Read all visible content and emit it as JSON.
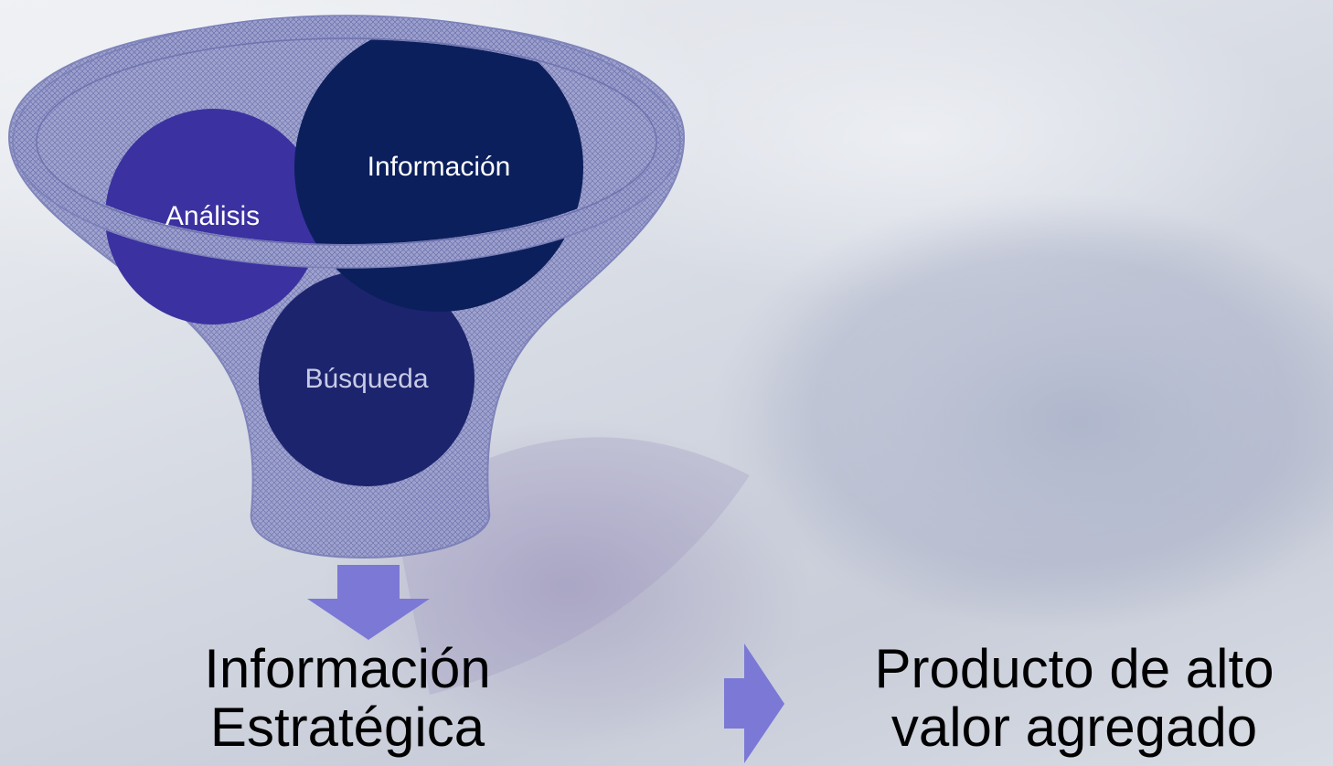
{
  "funnel": {
    "circles": [
      {
        "label": "Análisis"
      },
      {
        "label": "Información"
      },
      {
        "label": "Búsqueda"
      }
    ]
  },
  "outputs": {
    "left": "Información\nEstratégica",
    "right": "Producto de alto\nvalor agregado"
  },
  "colors": {
    "funnel_pattern": "#8f93c6",
    "analisis": "#3b31a0",
    "informacion": "#0b1f5c",
    "busqueda": "#1d246e",
    "arrow": "#7b78d6"
  }
}
